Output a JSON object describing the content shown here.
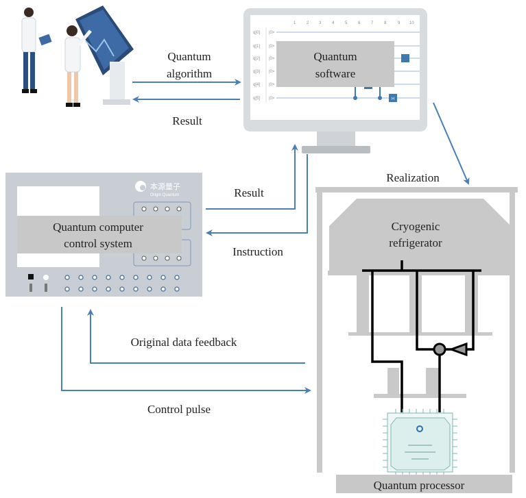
{
  "colors": {
    "arrow": "#4a7fb5",
    "panel": "#c9ced4",
    "label_box": "#c8c8c8",
    "fridge": "#c9c9c9",
    "wire": "#000000"
  },
  "labels": {
    "quantum_algorithm_line1": "Quantum",
    "quantum_algorithm_line2": "algorithm",
    "result_top": "Result",
    "software_line1": "Quantum",
    "software_line2": "software",
    "result_mid": "Result",
    "instruction": "Instruction",
    "control_system_line1": "Quantum computer",
    "control_system_line2": "control system",
    "realization": "Realization",
    "cryo_line1": "Cryogenic",
    "cryo_line2": "refrigerator",
    "feedback": "Original data feedback",
    "control_pulse": "Control pulse",
    "processor": "Quantum processor"
  },
  "logo": {
    "chinese": "本源量子",
    "english": "Origin Quantum"
  },
  "software_screen": {
    "columns": [
      "1",
      "2",
      "3",
      "4",
      "5",
      "6",
      "7",
      "8",
      "9",
      "10"
    ],
    "qubits": [
      "q[0]",
      "q[1]",
      "q[2]",
      "q[3]",
      "q[4]",
      "q[5]"
    ],
    "state": "|0>",
    "gate_h": "H"
  },
  "icons": [
    "scientists-illustration",
    "monitor-icon",
    "control-panel-icon",
    "refrigerator-icon",
    "chip-icon",
    "amplifier-icon",
    "circulator-icon"
  ]
}
